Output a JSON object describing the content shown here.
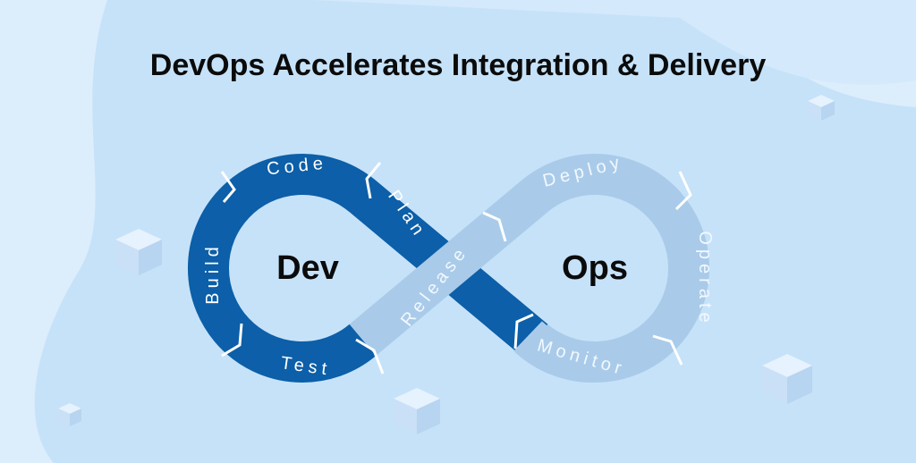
{
  "title": "DevOps Accelerates Integration & Delivery",
  "loops": {
    "dev": {
      "label": "Dev",
      "stages": [
        "Code",
        "Plan",
        "Build",
        "Test"
      ]
    },
    "ops": {
      "label": "Ops",
      "stages": [
        "Release",
        "Deploy",
        "Operate",
        "Monitor"
      ]
    }
  },
  "colors": {
    "background": "#dcedfc",
    "blob": "#c6e2f9",
    "dev_band": "#0c5fa8",
    "ops_band": "#a9cbe9",
    "text": "#0b0b0b"
  }
}
